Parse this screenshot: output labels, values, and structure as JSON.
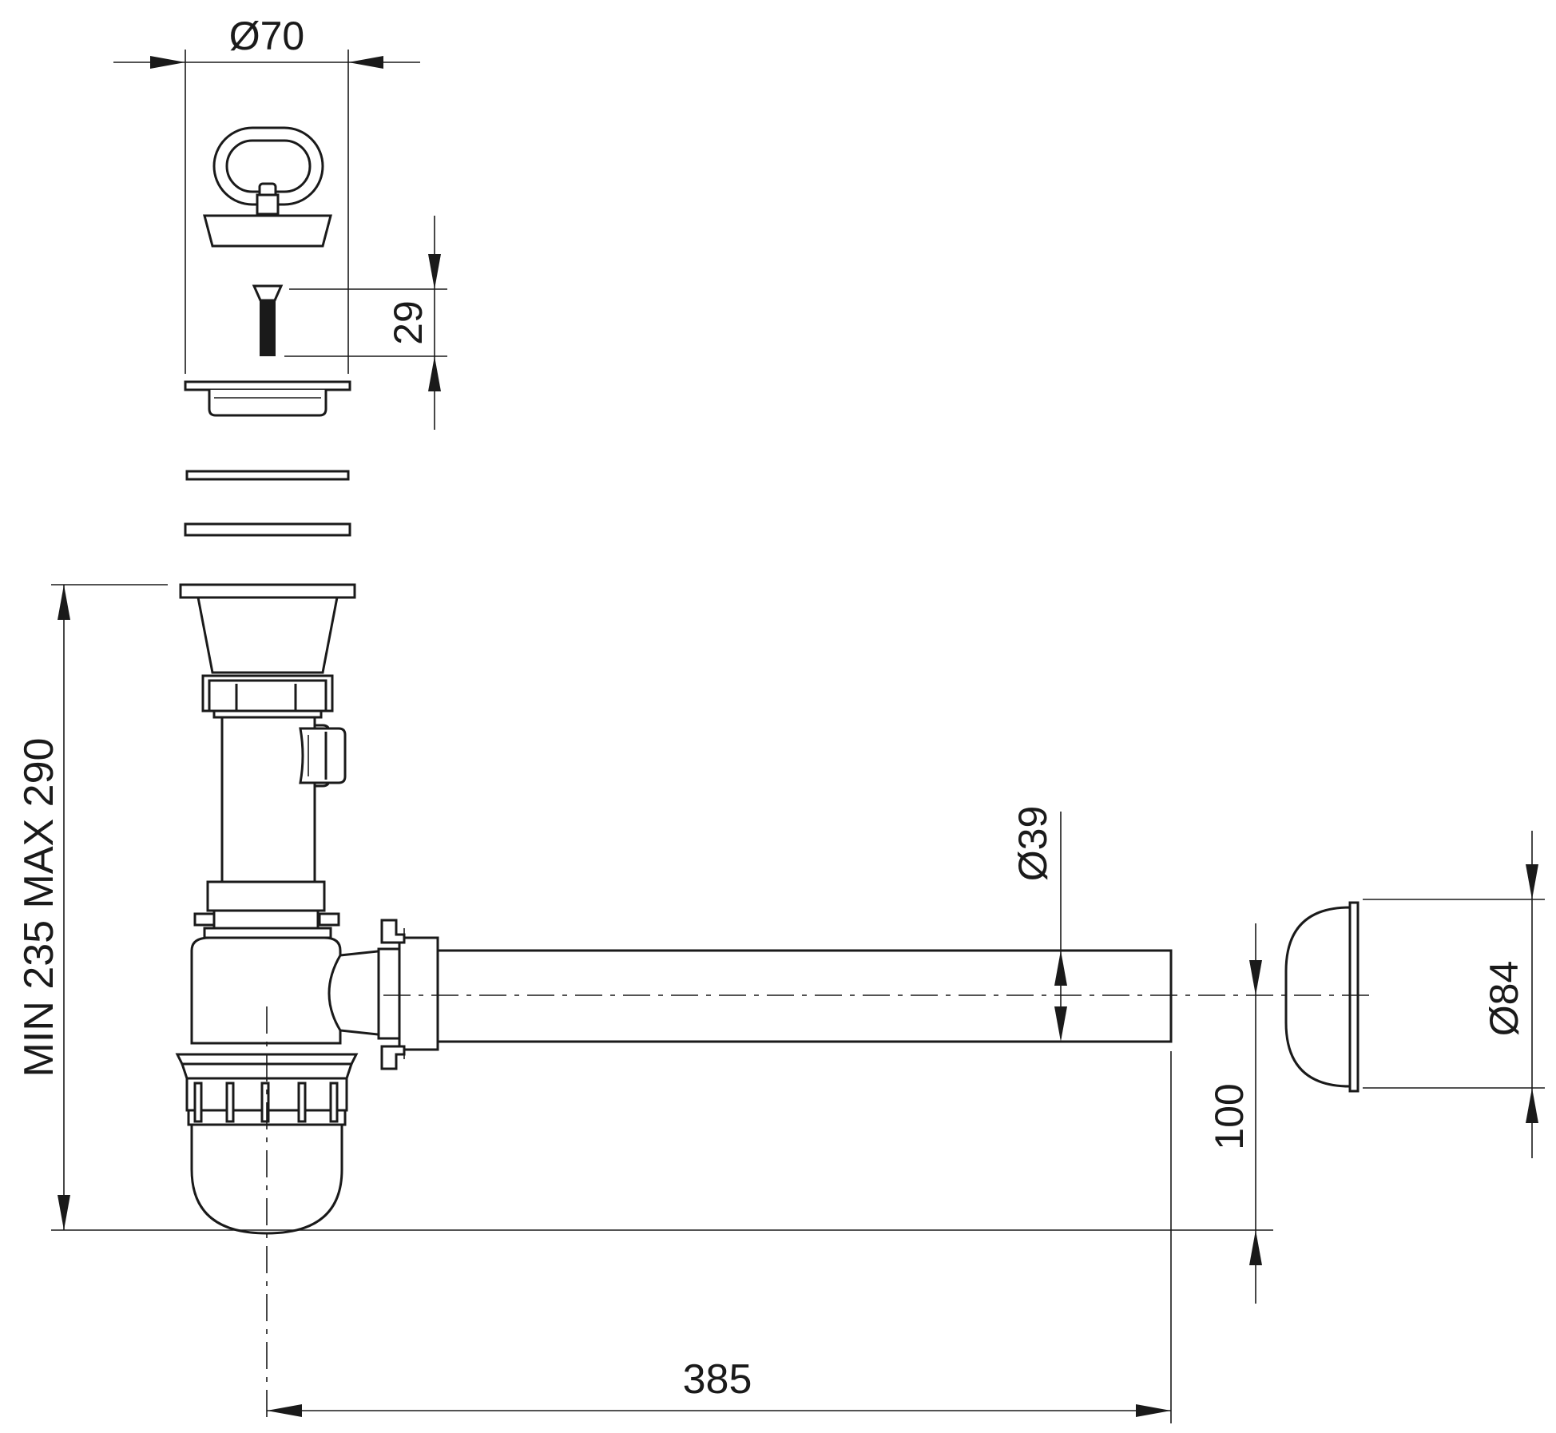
{
  "dimensions": {
    "stopper_diameter": "Ø70",
    "screw_length": "29",
    "pipe_diameter": "Ø39",
    "rosette_diameter": "Ø84",
    "pipe_height": "100",
    "overall_length": "385",
    "overall_height": "MIN 235 MAX 290"
  }
}
